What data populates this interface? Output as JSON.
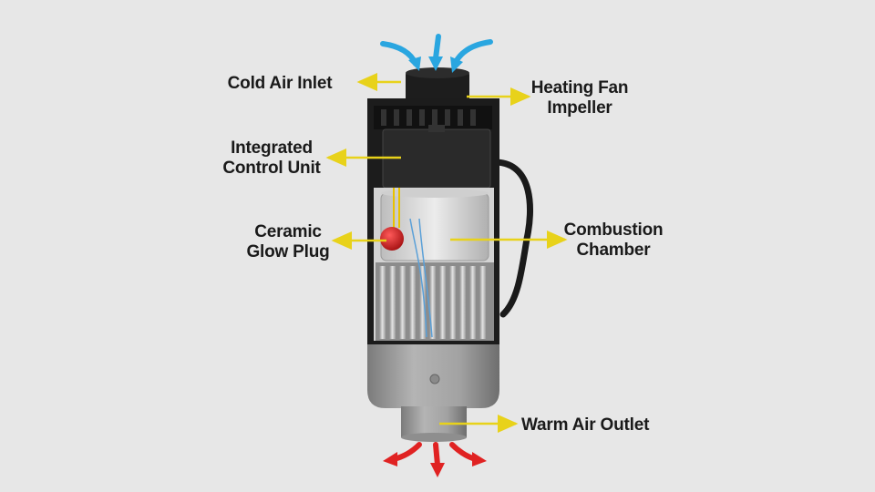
{
  "labels": {
    "cold_air_inlet": "Cold Air Inlet",
    "heating_fan_impeller_line1": "Heating Fan",
    "heating_fan_impeller_line2": "Impeller",
    "integrated_control_unit_line1": "Integrated",
    "integrated_control_unit_line2": "Control Unit",
    "ceramic_glow_plug_line1": "Ceramic",
    "ceramic_glow_plug_line2": "Glow Plug",
    "combustion_chamber_line1": "Combustion",
    "combustion_chamber_line2": "Chamber",
    "warm_air_outlet": "Warm Air Outlet"
  },
  "colors": {
    "background": "#e7e7e7",
    "pointer_arrow": "#e8d21a",
    "cold_air_arrow": "#2aa6e0",
    "warm_air_arrow": "#e02222",
    "housing_dark": "#1c1c1c",
    "housing_grey": "#9a9a9a",
    "glow_plug": "#c8191b"
  }
}
